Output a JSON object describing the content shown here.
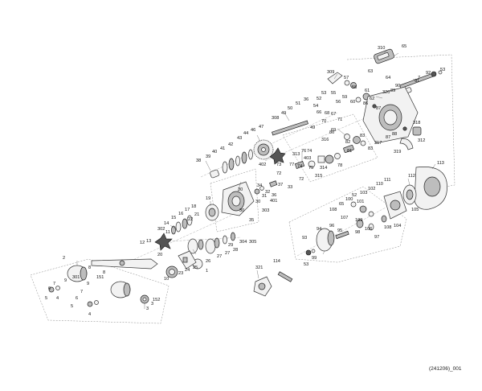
{
  "diagram": {
    "catalog_code": "(241206)_001",
    "callouts": [
      {
        "id": "c310",
        "text": "310"
      },
      {
        "id": "c65a",
        "text": "65"
      },
      {
        "id": "c63",
        "text": "63"
      },
      {
        "id": "c64",
        "text": "64"
      },
      {
        "id": "c309",
        "text": "309"
      },
      {
        "id": "c57",
        "text": "57"
      },
      {
        "id": "c58",
        "text": "58"
      },
      {
        "id": "c59",
        "text": "59"
      },
      {
        "id": "c55",
        "text": "55"
      },
      {
        "id": "c60",
        "text": "60"
      },
      {
        "id": "c56",
        "text": "56"
      },
      {
        "id": "c61",
        "text": "61"
      },
      {
        "id": "c62",
        "text": "62"
      },
      {
        "id": "c86",
        "text": "86"
      },
      {
        "id": "c52",
        "text": "52"
      },
      {
        "id": "c53a",
        "text": "53"
      },
      {
        "id": "c92",
        "text": "92"
      },
      {
        "id": "c53b",
        "text": "53"
      },
      {
        "id": "c91",
        "text": "91"
      },
      {
        "id": "c7a",
        "text": "7"
      },
      {
        "id": "c90",
        "text": "90"
      },
      {
        "id": "c89",
        "text": "89"
      },
      {
        "id": "c320",
        "text": "320"
      },
      {
        "id": "c87a",
        "text": "87"
      },
      {
        "id": "c36",
        "text": "36"
      },
      {
        "id": "c51",
        "text": "51"
      },
      {
        "id": "c54",
        "text": "54"
      },
      {
        "id": "c50",
        "text": "50"
      },
      {
        "id": "c49a",
        "text": "49"
      },
      {
        "id": "c66",
        "text": "66"
      },
      {
        "id": "c67",
        "text": "67"
      },
      {
        "id": "c68",
        "text": "68"
      },
      {
        "id": "c71",
        "text": "71"
      },
      {
        "id": "c70",
        "text": "70"
      },
      {
        "id": "c308",
        "text": "308"
      },
      {
        "id": "c49b",
        "text": "49"
      },
      {
        "id": "c69",
        "text": "69"
      },
      {
        "id": "c47",
        "text": "47"
      },
      {
        "id": "c46",
        "text": "46"
      },
      {
        "id": "c44",
        "text": "44"
      },
      {
        "id": "c43",
        "text": "43"
      },
      {
        "id": "c42",
        "text": "42"
      },
      {
        "id": "c41",
        "text": "41"
      },
      {
        "id": "c40",
        "text": "40"
      },
      {
        "id": "c39",
        "text": "39"
      },
      {
        "id": "c38",
        "text": "38"
      },
      {
        "id": "c402",
        "text": "402"
      },
      {
        "id": "c80",
        "text": "80"
      },
      {
        "id": "c316",
        "text": "316"
      },
      {
        "id": "c82",
        "text": "82"
      },
      {
        "id": "c83a",
        "text": "83"
      },
      {
        "id": "c81",
        "text": "81"
      },
      {
        "id": "c83b",
        "text": "83"
      },
      {
        "id": "c317",
        "text": "317"
      },
      {
        "id": "c87b",
        "text": "87"
      },
      {
        "id": "c88",
        "text": "88"
      },
      {
        "id": "c318",
        "text": "318"
      },
      {
        "id": "c319",
        "text": "319"
      },
      {
        "id": "c312",
        "text": "312"
      },
      {
        "id": "c313",
        "text": "313"
      },
      {
        "id": "c74a",
        "text": "74"
      },
      {
        "id": "c76",
        "text": "76"
      },
      {
        "id": "c403",
        "text": "403"
      },
      {
        "id": "c73",
        "text": "73"
      },
      {
        "id": "c77",
        "text": "77"
      },
      {
        "id": "c74b",
        "text": "74"
      },
      {
        "id": "c75",
        "text": "75"
      },
      {
        "id": "c314",
        "text": "314"
      },
      {
        "id": "c315",
        "text": "315"
      },
      {
        "id": "c78",
        "text": "78"
      },
      {
        "id": "c72a",
        "text": "72"
      },
      {
        "id": "c72b",
        "text": "72"
      },
      {
        "id": "c37",
        "text": "37"
      },
      {
        "id": "c33",
        "text": "33"
      },
      {
        "id": "c34",
        "text": "34"
      },
      {
        "id": "c32",
        "text": "32"
      },
      {
        "id": "c31",
        "text": "31"
      },
      {
        "id": "c30a",
        "text": "30"
      },
      {
        "id": "c30b",
        "text": "30"
      },
      {
        "id": "c30c",
        "text": "30"
      },
      {
        "id": "c35",
        "text": "35"
      },
      {
        "id": "c36b",
        "text": "36"
      },
      {
        "id": "c401",
        "text": "401"
      },
      {
        "id": "c303",
        "text": "303"
      },
      {
        "id": "c19",
        "text": "19"
      },
      {
        "id": "c18",
        "text": "18"
      },
      {
        "id": "c17",
        "text": "17"
      },
      {
        "id": "c16",
        "text": "16"
      },
      {
        "id": "c15",
        "text": "15"
      },
      {
        "id": "c14",
        "text": "14"
      },
      {
        "id": "c302",
        "text": "302"
      },
      {
        "id": "c11",
        "text": "11"
      },
      {
        "id": "c12",
        "text": "12"
      },
      {
        "id": "c13",
        "text": "13"
      },
      {
        "id": "c20",
        "text": "20"
      },
      {
        "id": "c21",
        "text": "21"
      },
      {
        "id": "c22",
        "text": "22"
      },
      {
        "id": "c23",
        "text": "23"
      },
      {
        "id": "c24",
        "text": "24"
      },
      {
        "id": "c25",
        "text": "25"
      },
      {
        "id": "c26",
        "text": "26"
      },
      {
        "id": "c27a",
        "text": "27"
      },
      {
        "id": "c27b",
        "text": "27"
      },
      {
        "id": "c28",
        "text": "28"
      },
      {
        "id": "c29",
        "text": "29"
      },
      {
        "id": "c304",
        "text": "304"
      },
      {
        "id": "c305",
        "text": "305"
      },
      {
        "id": "c10",
        "text": "10"
      },
      {
        "id": "c1",
        "text": "1"
      },
      {
        "id": "c2",
        "text": "2"
      },
      {
        "id": "c3a",
        "text": "3"
      },
      {
        "id": "c3b",
        "text": "3"
      },
      {
        "id": "c4a",
        "text": "4"
      },
      {
        "id": "c4b",
        "text": "4"
      },
      {
        "id": "c5a",
        "text": "5"
      },
      {
        "id": "c5b",
        "text": "5"
      },
      {
        "id": "c6a",
        "text": "6"
      },
      {
        "id": "c6b",
        "text": "6"
      },
      {
        "id": "c7b",
        "text": "7"
      },
      {
        "id": "c7c",
        "text": "7"
      },
      {
        "id": "c8a",
        "text": "8"
      },
      {
        "id": "c8b",
        "text": "8"
      },
      {
        "id": "c9a",
        "text": "9"
      },
      {
        "id": "c9b",
        "text": "9"
      },
      {
        "id": "c301",
        "text": "301"
      },
      {
        "id": "c151",
        "text": "151"
      },
      {
        "id": "c152",
        "text": "152"
      },
      {
        "id": "c321",
        "text": "321"
      },
      {
        "id": "c114",
        "text": "114"
      },
      {
        "id": "c113",
        "text": "113"
      },
      {
        "id": "c112",
        "text": "112"
      },
      {
        "id": "c111",
        "text": "111"
      },
      {
        "id": "c110",
        "text": "110"
      },
      {
        "id": "c102",
        "text": "102"
      },
      {
        "id": "c103",
        "text": "103"
      },
      {
        "id": "c52b",
        "text": "52"
      },
      {
        "id": "c101",
        "text": "101"
      },
      {
        "id": "c100",
        "text": "100"
      },
      {
        "id": "c65b",
        "text": "65"
      },
      {
        "id": "c108a",
        "text": "108"
      },
      {
        "id": "c105",
        "text": "105"
      },
      {
        "id": "c104",
        "text": "104"
      },
      {
        "id": "c107",
        "text": "107"
      },
      {
        "id": "c109",
        "text": "109"
      },
      {
        "id": "c106",
        "text": "106"
      },
      {
        "id": "c108b",
        "text": "108"
      },
      {
        "id": "c98",
        "text": "98"
      },
      {
        "id": "c97",
        "text": "97"
      },
      {
        "id": "c96",
        "text": "96"
      },
      {
        "id": "c95",
        "text": "95"
      },
      {
        "id": "c94",
        "text": "94"
      },
      {
        "id": "c93",
        "text": "93"
      },
      {
        "id": "c99",
        "text": "99"
      },
      {
        "id": "c53c",
        "text": "53"
      }
    ]
  }
}
